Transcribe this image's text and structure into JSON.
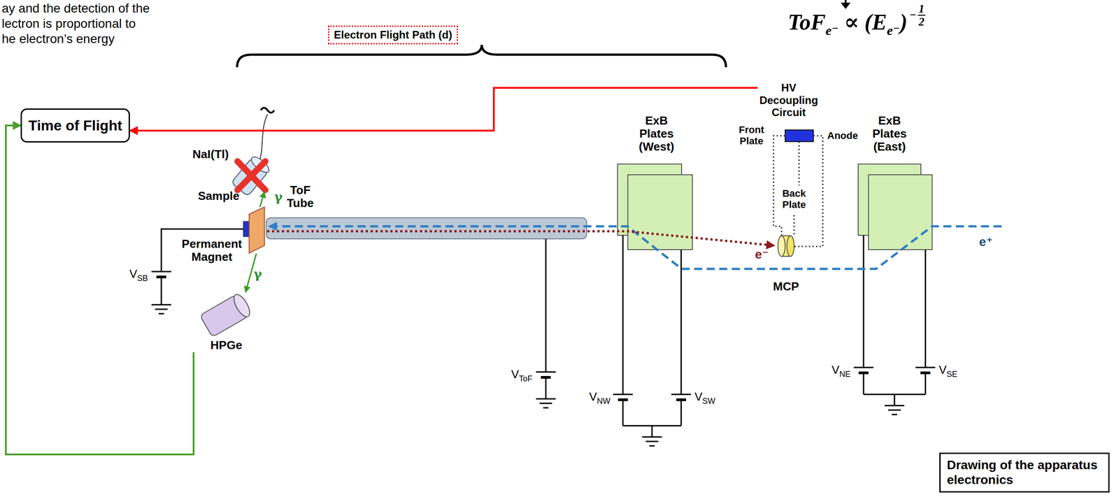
{
  "diagram": {
    "nodes": [
      {
        "text": [
          "Electron Flight Path (d)"
        ]
      },
      {
        "text": [
          "HV Decoupling Circuit"
        ]
      },
      {
        "text": [
          "Time of Flight"
        ]
      },
      {
        "text": [
          "HPGe"
        ]
      },
      {
        "text": [
          "Drawing of the apparatus electronics"
        ]
      }
    ],
    "edges": [
      {
        "from": 1,
        "to": 2,
        "arrow": "to"
      },
      {
        "from": 3,
        "to": 2,
        "arrow": "to"
      }
    ],
    "labels": [
      "ay and the detection of the",
      "lectron is proportional to",
      "he electron’s energy",
      "ToF",
      "e⁻",
      "∝",
      "(E",
      "e⁻",
      ")",
      "−",
      "1",
      "2",
      "NaI(Tl)",
      "Sample",
      "γ",
      "γ",
      "Permanent Magnet",
      "ToF Tube",
      "ExB Plates (West)",
      "Front Plate",
      "Anode",
      "Back Plate",
      "ExB Plates (East)",
      "e⁻",
      "e⁺",
      "MCP",
      "V",
      "SB",
      "V",
      "ToF",
      "V",
      "NW",
      "V",
      "SW",
      "V",
      "NE",
      "V",
      "SE"
    ]
  }
}
